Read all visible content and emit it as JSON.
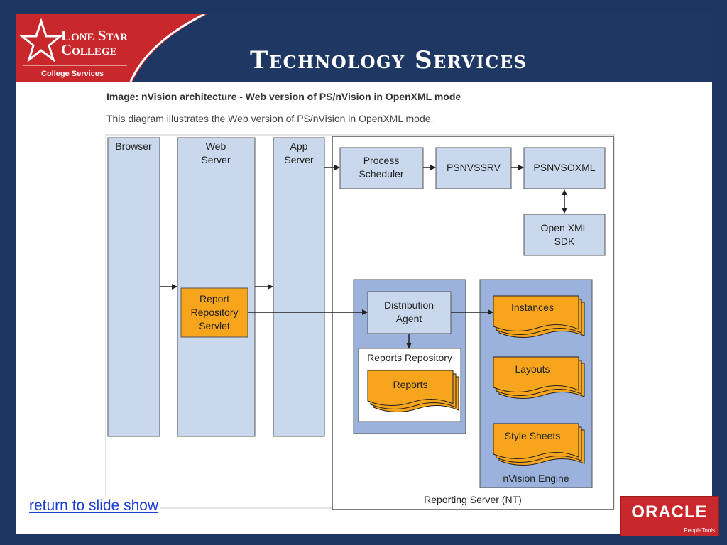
{
  "header": {
    "title": "Technology Services",
    "logo_line1": "Lone Star",
    "logo_line2": "College",
    "logo_subtitle": "College Services"
  },
  "figure": {
    "heading": "Image: nVision architecture - Web version of PS/nVision in OpenXML mode",
    "description": "This diagram illustrates the Web version of PS/nVision in OpenXML mode."
  },
  "diagram": {
    "browser": "Browser",
    "web_server_1": "Web",
    "web_server_2": "Server",
    "app_server_1": "App",
    "app_server_2": "Server",
    "servlet_1": "Report",
    "servlet_2": "Repository",
    "servlet_3": "Servlet",
    "process_scheduler_1": "Process",
    "process_scheduler_2": "Scheduler",
    "psnvssrv": "PSNVSSRV",
    "psnvsoxml": "PSNVSOXML",
    "openxml_1": "Open XML",
    "openxml_2": "SDK",
    "distribution_1": "Distribution",
    "distribution_2": "Agent",
    "reports_repository": "Reports Repository",
    "reports": "Reports",
    "instances": "Instances",
    "layouts": "Layouts",
    "style_sheets": "Style Sheets",
    "nvision_engine": "nVision Engine",
    "reporting_server": "Reporting Server (NT)"
  },
  "footer": {
    "return_link": "return to slide show",
    "oracle_word": "ORACLE",
    "oracle_sub": "PeopleTools"
  },
  "colors": {
    "navy": "#1e3763",
    "red": "#c8282b",
    "box_fill": "#c9d8ec",
    "group_fill": "#9bb3dc",
    "orange": "#f7a51d"
  }
}
